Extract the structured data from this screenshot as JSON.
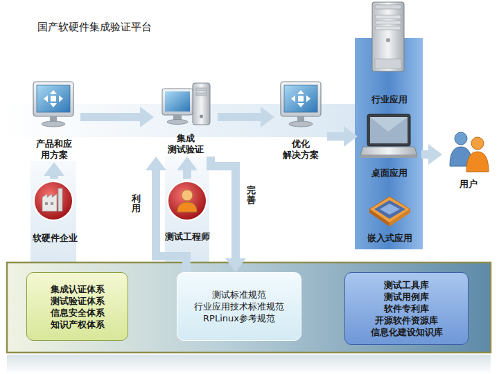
{
  "diagram": {
    "title": "国产软硬件集成验证平台",
    "nodes": [
      {
        "text": [
          "产品和应 用方案"
        ]
      },
      {
        "text": [
          "集成 测试验证"
        ]
      },
      {
        "text": [
          "优化 解决方案"
        ]
      },
      {
        "text": [
          "行业应用"
        ]
      },
      {
        "text": [
          "桌面应用"
        ]
      },
      {
        "text": [
          "嵌入式应用"
        ]
      },
      {
        "text": [
          "用户"
        ]
      },
      {
        "text": [
          "软硬件企业"
        ]
      },
      {
        "text": [
          "测试工程师"
        ]
      },
      {
        "text": [
          "集成认证体系 测试验证体系 信息安全体系 知识产权体系"
        ]
      },
      {
        "text": [
          "测试标准规范 行业应用技术标准规范 RPLinux参考规范"
        ]
      },
      {
        "text": [
          "测试工具库 测试用例库 软件专利库 开源软件资源库 信息化建设知识库"
        ]
      }
    ],
    "edges": [
      {
        "from": 0,
        "to": 1,
        "arrow": "to"
      },
      {
        "from": 1,
        "to": 2,
        "arrow": "to"
      },
      {
        "from": 2,
        "to": 4,
        "arrow": "to"
      },
      {
        "from": 4,
        "to": 6,
        "arrow": "to"
      },
      {
        "from": 7,
        "to": 0,
        "arrow": "to"
      },
      {
        "from": 8,
        "to": 1,
        "arrow": "to"
      },
      {
        "from": 10,
        "to": 1,
        "label": "利用",
        "arrow": "to"
      },
      {
        "from": 1,
        "to": 10,
        "label": "完善",
        "arrow": "to"
      }
    ]
  }
}
